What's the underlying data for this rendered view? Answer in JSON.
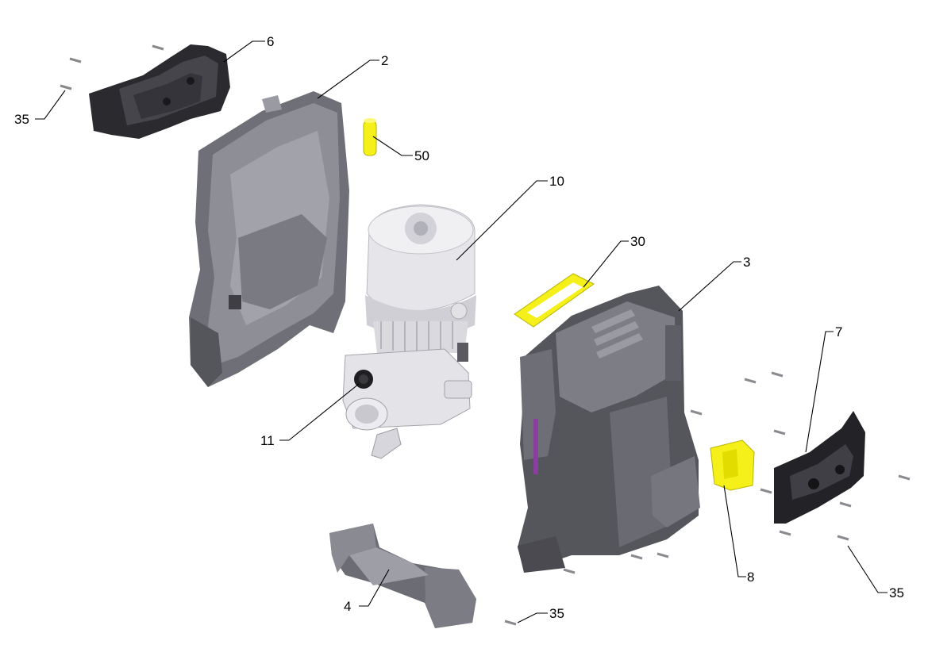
{
  "callouts": {
    "c2": "2",
    "c3": "3",
    "c4": "4",
    "c6": "6",
    "c7": "7",
    "c8": "8",
    "c10": "10",
    "c11": "11",
    "c30": "30",
    "c50": "50",
    "c35_top_left": "35",
    "c35_bottom_center": "35",
    "c35_bottom_right": "35"
  },
  "colors": {
    "housing_dark": "#5c5c63",
    "housing_mid": "#7d7d85",
    "housing_light": "#a9a9b1",
    "black_part": "#1f1f22",
    "motor_light": "#e6e6ea",
    "highlight_yellow": "#f5f01a",
    "hose_purple": "#8a3fa0"
  }
}
